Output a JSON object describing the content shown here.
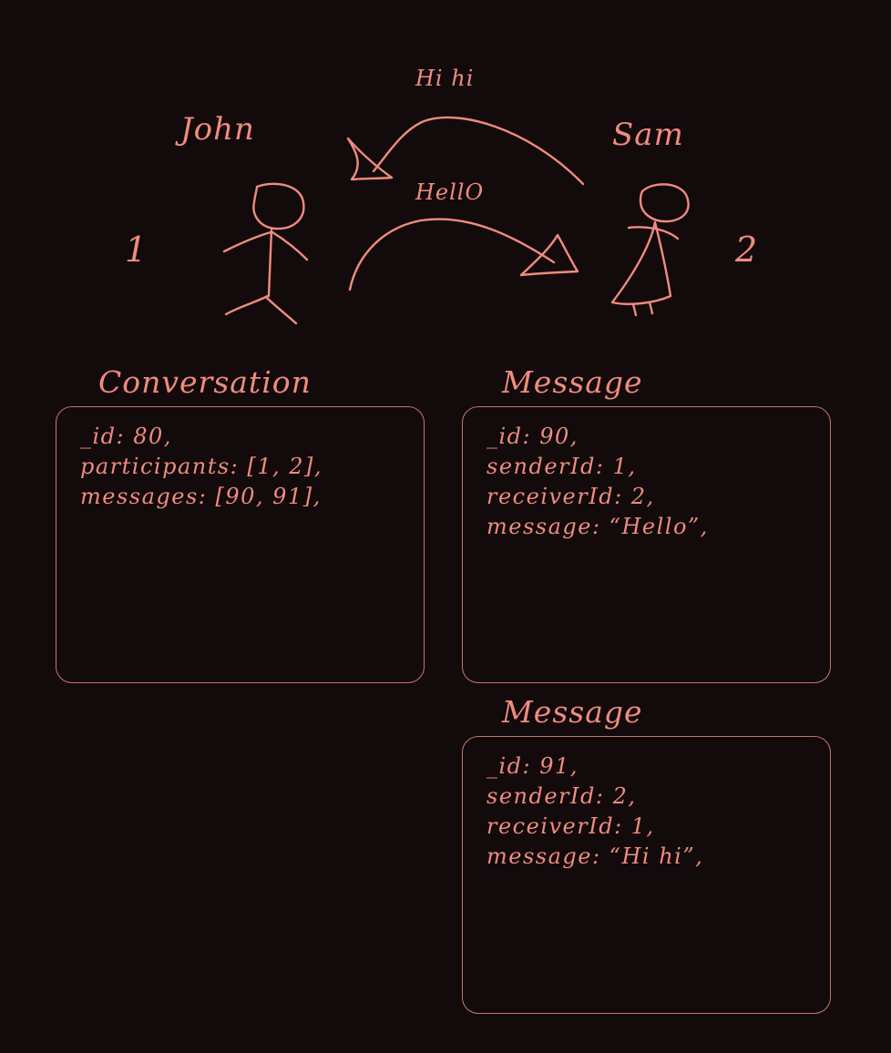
{
  "illustration": {
    "left_person": {
      "name": "John",
      "number": "1"
    },
    "right_person": {
      "name": "Sam",
      "number": "2"
    },
    "arrow_to_left_label": "Hi hi",
    "arrow_to_right_label": "HellO"
  },
  "conversation": {
    "title": "Conversation",
    "lines": [
      "_id: 80,",
      "participants: [1, 2],",
      "messages: [90, 91],"
    ]
  },
  "messages": [
    {
      "title": "Message",
      "lines": [
        "_id: 90,",
        "senderId: 1,",
        "receiverId: 2,",
        "message: “Hello”,"
      ]
    },
    {
      "title": "Message",
      "lines": [
        "_id: 91,",
        "senderId: 2,",
        "receiverId: 1,",
        "message: “Hi hi”,"
      ]
    }
  ],
  "colors": {
    "background": "#120a0b",
    "ink": "#f08b7f",
    "card_border": "#c9756c"
  }
}
